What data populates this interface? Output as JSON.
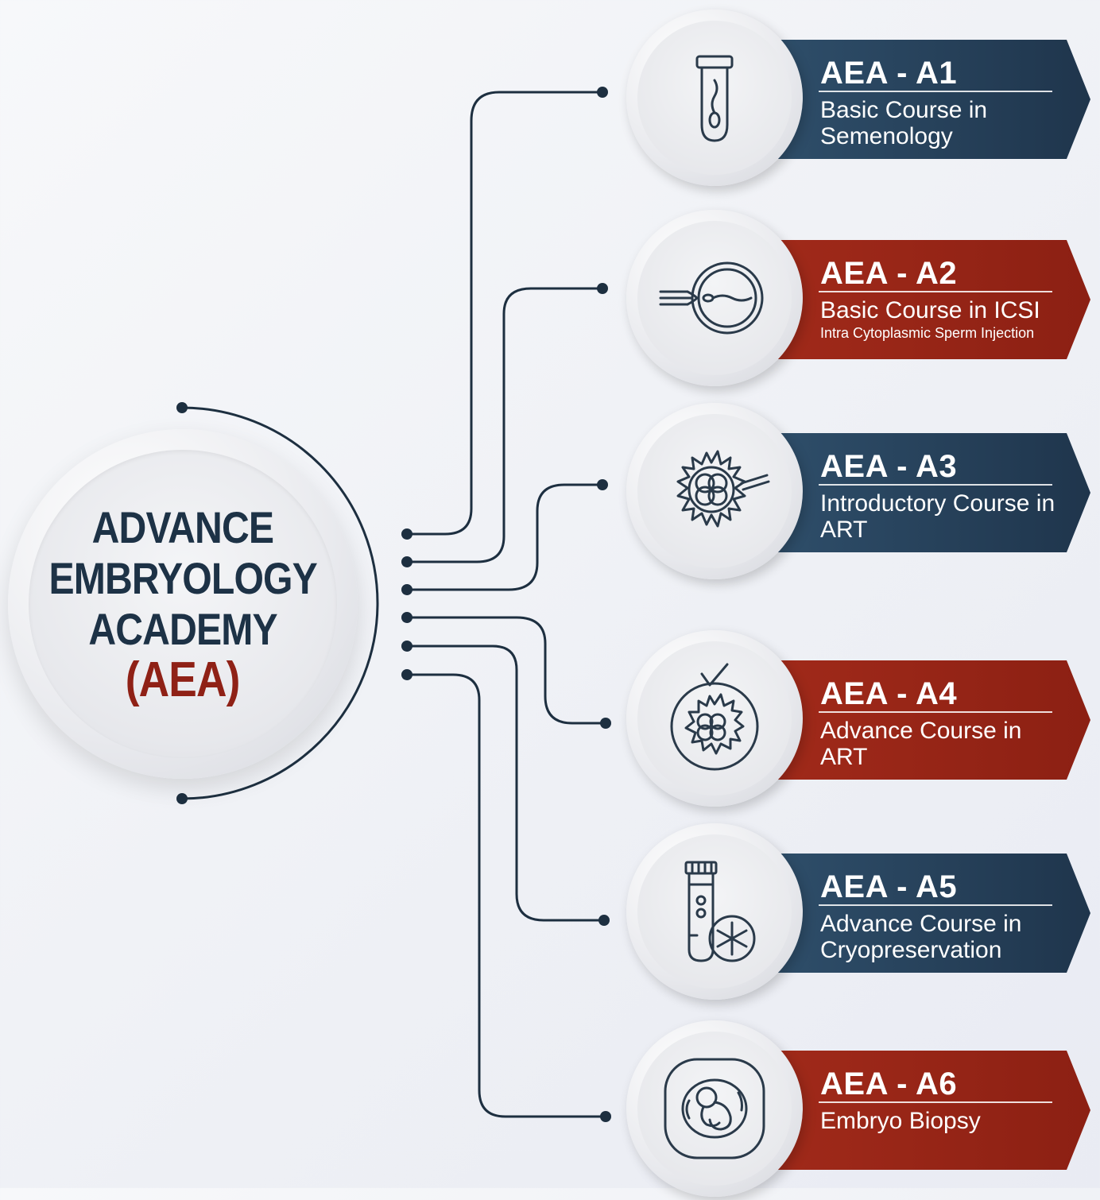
{
  "hub": {
    "line1": "ADVANCE",
    "line2": "EMBRYOLOGY",
    "line3": "ACADEMY",
    "line4": "(AEA)"
  },
  "colors": {
    "navy": "#1f354c",
    "red": "#8f2116",
    "hub_text": "#1d3246"
  },
  "courses": [
    {
      "code": "AEA - A1",
      "title": "Basic Course in Semenology",
      "subtitle": "",
      "color": "navy",
      "icon": "sperm-test-tube-icon"
    },
    {
      "code": "AEA - A2",
      "title": "Basic Course in ICSI",
      "subtitle": "Intra Cytoplasmic Sperm Injection",
      "color": "red",
      "icon": "icsi-injection-icon"
    },
    {
      "code": "AEA - A3",
      "title": "Introductory Course in ART",
      "subtitle": "",
      "color": "navy",
      "icon": "embryo-cell-icon"
    },
    {
      "code": "AEA - A4",
      "title": "Advance Course in ART",
      "subtitle": "",
      "color": "red",
      "icon": "embryo-check-icon"
    },
    {
      "code": "AEA - A5",
      "title": "Advance Course in Cryopreservation",
      "subtitle": "",
      "color": "navy",
      "icon": "cryo-tube-icon"
    },
    {
      "code": "AEA - A6",
      "title": "Embryo Biopsy",
      "subtitle": "",
      "color": "red",
      "icon": "fetus-icon"
    }
  ]
}
